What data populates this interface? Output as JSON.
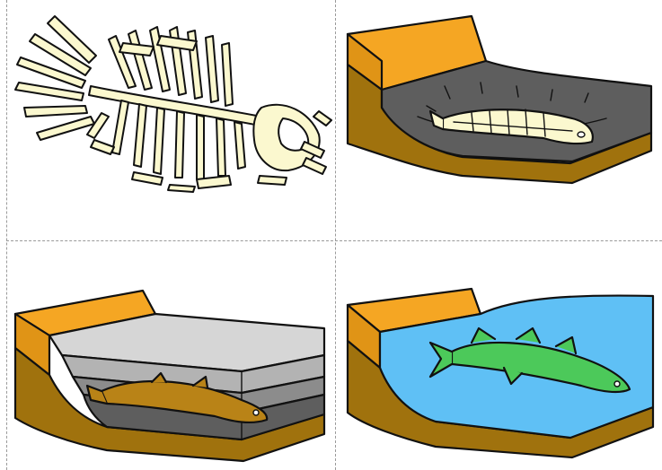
{
  "diagram": {
    "panels": [
      {
        "id": "fossil-skeleton",
        "order": 1
      },
      {
        "id": "fish-skeleton-buried-in-mud",
        "order": 2
      },
      {
        "id": "sediment-layers-cover-fish",
        "order": 3
      },
      {
        "id": "fish-in-water",
        "order": 4
      }
    ],
    "colors": {
      "bone": "#fbf8cf",
      "cliff_top": "#f5a623",
      "cliff_side": "#c98a16",
      "soil_brown": "#a0720d",
      "mud_dark": "#5e5e5e",
      "mud_mid": "#7a7a7a",
      "sediment_light": "#d2d2d2",
      "sediment_mid": "#b3b3b3",
      "sediment_dark": "#8c8c8c",
      "water": "#5fc0f5",
      "fish_green": "#4cc95a",
      "fish_fossil_brown": "#b98317"
    },
    "icons": {
      "fossil": "fish-skeleton-icon",
      "fish": "fish-icon"
    }
  }
}
